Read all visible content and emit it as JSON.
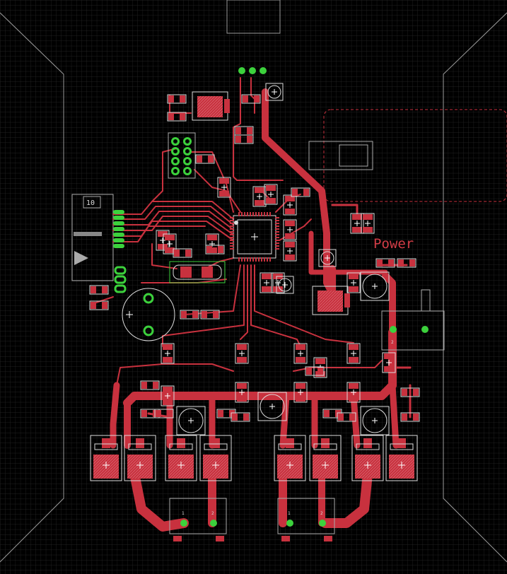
{
  "title": "",
  "labels": {
    "power": "Power",
    "connector_id": "10"
  },
  "pin_labels": {
    "a1": "1",
    "a2": "2",
    "b1": "1",
    "b2": "2",
    "c1": "2"
  },
  "colors": {
    "background": "#000000",
    "grid": "#2a2a2a",
    "copper": "#c8313e",
    "silk": "#dcdcdc",
    "pad_green": "#3cd13c",
    "outline": "#9a9a9a",
    "power_text": "#d23c46"
  }
}
